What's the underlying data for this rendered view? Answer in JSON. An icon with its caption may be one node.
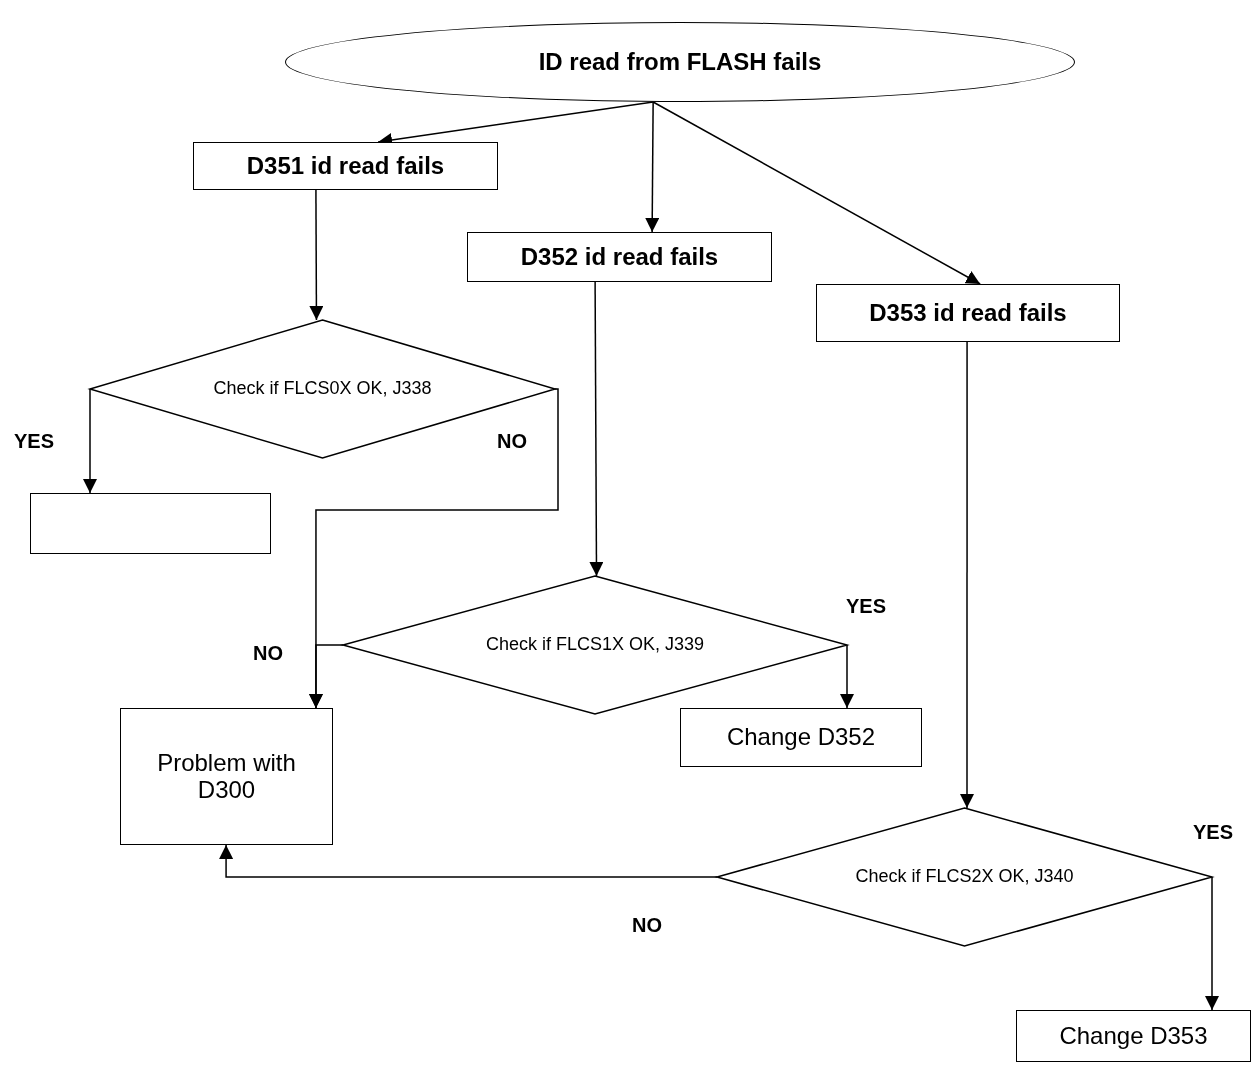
{
  "diagram": {
    "nodes": [
      {
        "text": [
          "ID read from FLASH fails"
        ]
      },
      {
        "text": [
          "D351 id read fails"
        ]
      },
      {
        "text": [
          "D352 id read fails"
        ]
      },
      {
        "text": [
          "D353 id read fails"
        ]
      },
      {
        "text": [
          "Check if FLCS0X OK, J338"
        ]
      },
      {
        "text": [],
        "shape": "box"
      },
      {
        "text": [
          "Check if FLCS1X OK, J339"
        ]
      },
      {
        "text": [
          "Problem with D300"
        ]
      },
      {
        "text": [
          "Change D352"
        ]
      },
      {
        "text": [
          "Check if FLCS2X OK, J340"
        ]
      },
      {
        "text": [
          "Change D353"
        ]
      }
    ],
    "edges": [
      {
        "from": 0,
        "to": 1,
        "arrow": "to"
      },
      {
        "from": 0,
        "to": 2,
        "arrow": "to"
      },
      {
        "from": 0,
        "to": 3,
        "arrow": "to"
      },
      {
        "from": 1,
        "to": 4,
        "arrow": "to"
      },
      {
        "from": 4,
        "to": 5,
        "arrow": "to",
        "label": "YES"
      },
      {
        "from": 4,
        "to": 7,
        "arrow": "to",
        "label": "NO"
      },
      {
        "from": 6,
        "to": 7,
        "arrow": "to",
        "label": "NO"
      },
      {
        "from": 6,
        "to": 8,
        "arrow": "to",
        "label": "YES"
      },
      {
        "from": 2,
        "to": 6,
        "arrow": "to"
      },
      {
        "from": 3,
        "to": 9,
        "arrow": "to"
      },
      {
        "from": 9,
        "to": 7,
        "arrow": "to",
        "label": "NO"
      },
      {
        "from": 9,
        "to": 10,
        "arrow": "to",
        "label": "YES"
      }
    ]
  }
}
